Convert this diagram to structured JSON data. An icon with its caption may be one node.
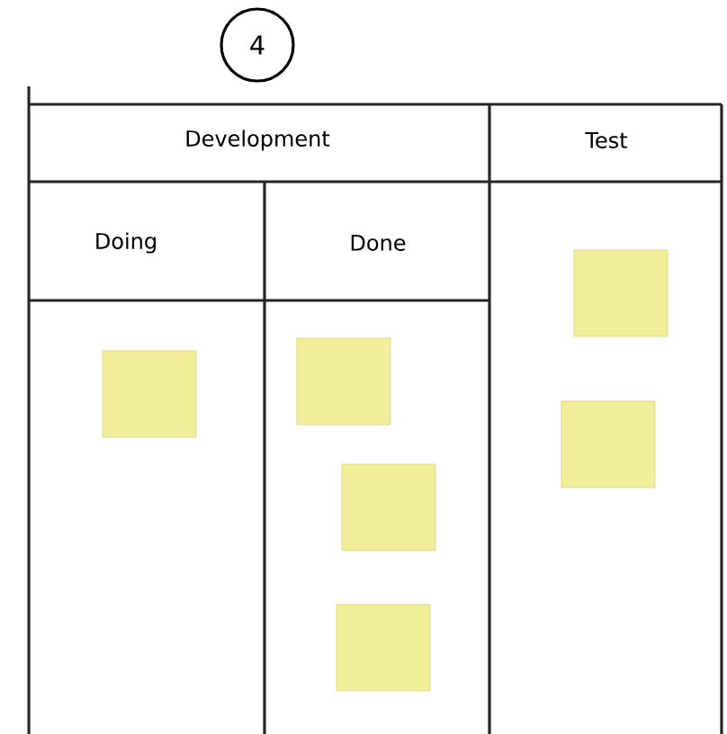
{
  "diagram": {
    "nodes": [
      {
        "text": [
          "4"
        ]
      },
      {
        "text": [],
        "shape": "box"
      },
      {
        "text": [],
        "shape": "box"
      },
      {
        "text": [],
        "shape": "box"
      },
      {
        "text": [],
        "shape": "box"
      },
      {
        "text": [],
        "shape": "box"
      },
      {
        "text": [],
        "shape": "box"
      }
    ],
    "labels": [
      "Development",
      "Test",
      "Doing",
      "Done"
    ]
  }
}
